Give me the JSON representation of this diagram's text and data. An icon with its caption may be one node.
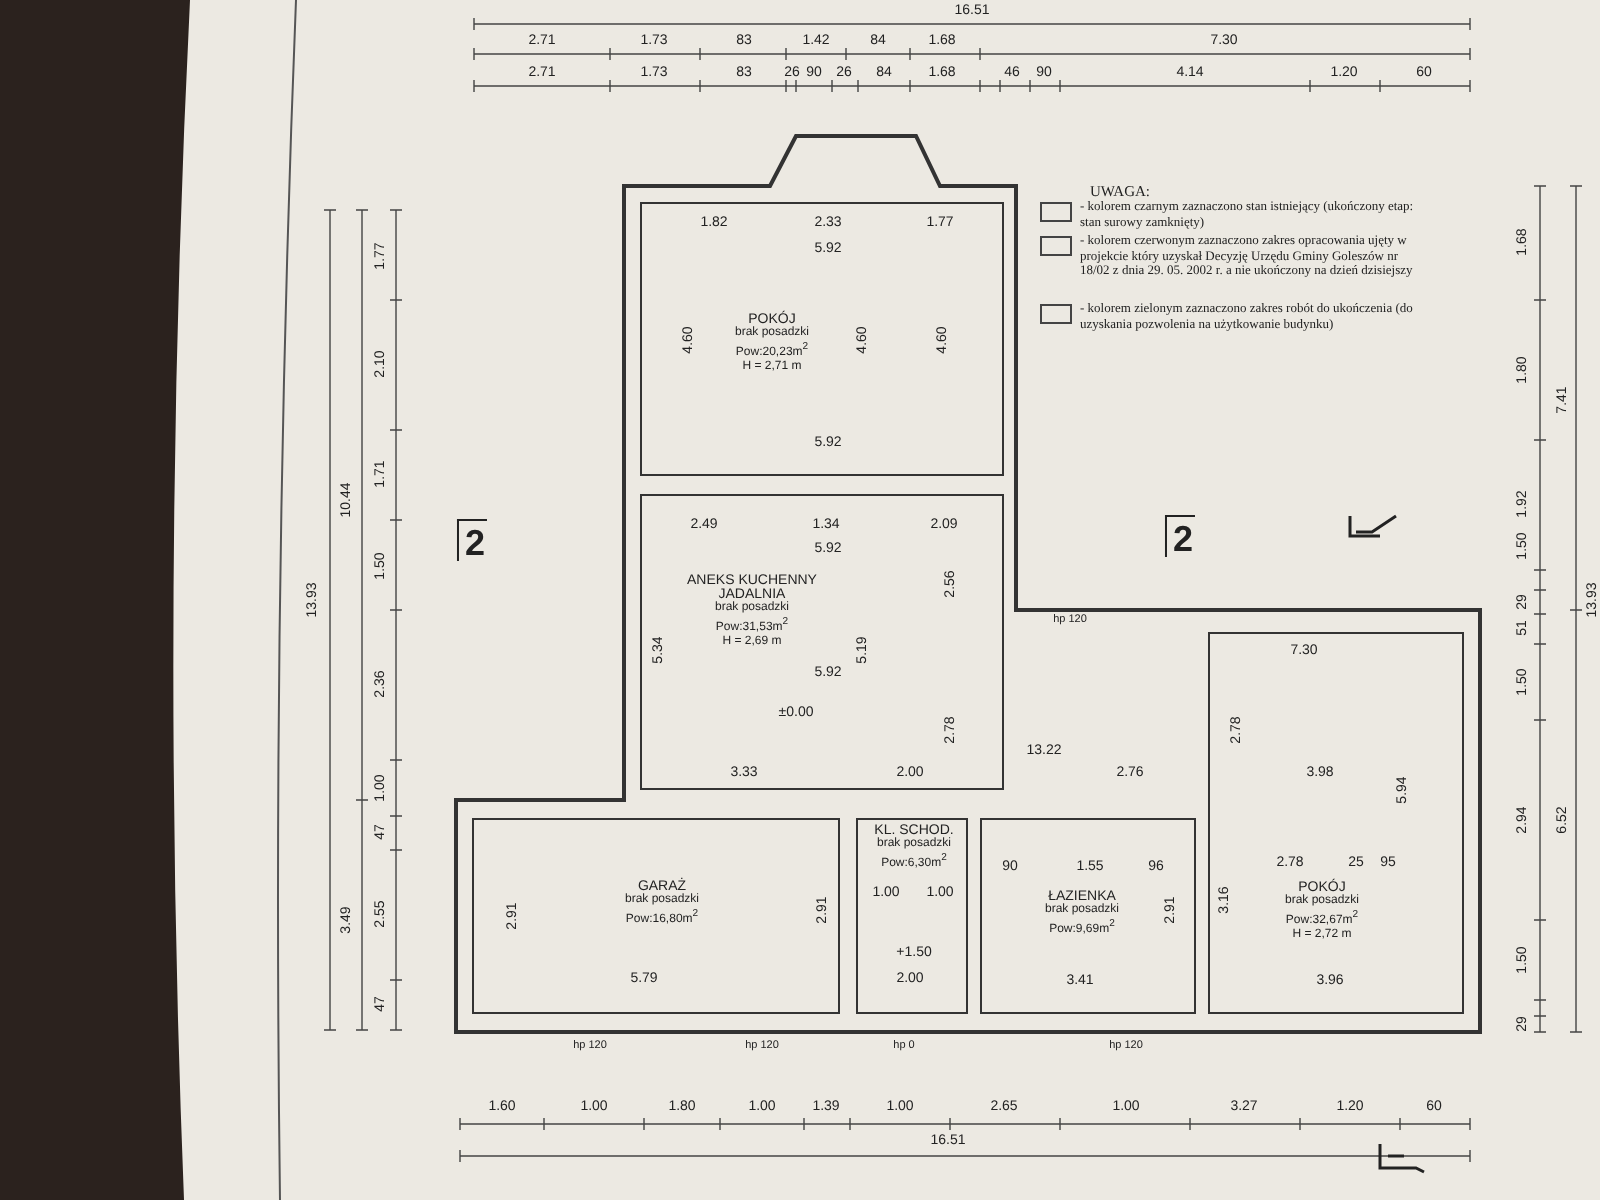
{
  "diagram": {
    "nodes": [
      {
        "text": [
          "POKÓJ",
          "brak posadzki",
          "Pow:20,23m$^{2}$",
          "H = 2,71 m"
        ]
      },
      {
        "text": [
          "ANEKS KUCHENNY JADALNIA",
          "brak posadzki",
          "Pow:31,53m$^{2}$",
          "H = 2,69 m"
        ]
      },
      {
        "text": [
          "GARAŻ",
          "brak posadzki",
          "Pow:16,80m$^{2}$"
        ]
      },
      {
        "text": [
          "KL. SCHOD.",
          "brak posadzki",
          "Pow:6,30m$^{2}$"
        ]
      },
      {
        "text": [
          "ŁAZIENKA",
          "brak posadzki",
          "Pow:9,69m$^{2}$"
        ]
      },
      {
        "text": [
          "POKÓJ",
          "brak posadzki",
          "Pow:32,67m$^{2}$",
          "H = 2,72 m"
        ]
      }
    ],
    "labels": [
      "UWAGA:",
      "16.51",
      "2.71",
      "1.73",
      "83",
      "1.42",
      "84",
      "1.68",
      "7.30",
      "2.71",
      "1.73",
      "83",
      "26",
      "90",
      "26",
      "84",
      "1.68",
      "46",
      "90",
      "4.14",
      "1.20",
      "60",
      "13.93",
      "10.44",
      "3.49",
      "1.77",
      "2.10",
      "1.71",
      "1.50",
      "2.36",
      "1.00",
      "47",
      "2.55",
      "47",
      "1.68",
      "1.80",
      "1.92",
      "1.50",
      "29",
      "51",
      "1.50",
      "2.94",
      "1.50",
      "29",
      "7.41",
      "6.52",
      "13.93",
      "1.82",
      "2.33",
      "1.77",
      "5.92",
      "4.60",
      "4.60",
      "4.60",
      "5.92",
      "2.49",
      "1.34",
      "2.09",
      "5.92",
      "5.34",
      "5.19",
      "2.56",
      "5.92",
      "±0.00",
      "2.78",
      "7.30",
      "2.78",
      "13.22",
      "3.33",
      "2.00",
      "2.76",
      "3.98",
      "5.94",
      "1.00",
      "1.00",
      "90",
      "1.55",
      "96",
      "2.78",
      "25",
      "95",
      "2.91",
      "2.91",
      "2.91",
      "3.16",
      "+1.50",
      "5.79",
      "2.00",
      "3.41",
      "3.96",
      "hp 120",
      "hp 120",
      "hp 0",
      "hp 120",
      "hp 120",
      "1.60",
      "1.00",
      "1.80",
      "1.00",
      "1.39",
      "1.00",
      "2.65",
      "1.00",
      "3.27",
      "1.20",
      "60",
      "16.51",
      "2",
      "2"
    ],
    "legend": [
      {
        "text": "- kolorem czarnym zaznaczono stan istniejący (ukończony etap: stan surowy zamknięty)"
      },
      {
        "text": "- kolorem czerwonym zaznaczono zakres opracowania ujęty w projekcie który uzyskał Decyzję Urzędu Gminy Goleszów nr 18/02 z dnia 29. 05. 2002 r. a nie ukończony na dzień dzisiejszy"
      },
      {
        "text": "- kolorem zielonym zaznaczono zakres robót do ukończenia (do uzyskania pozwolenia na użytkowanie budynku)"
      }
    ]
  }
}
